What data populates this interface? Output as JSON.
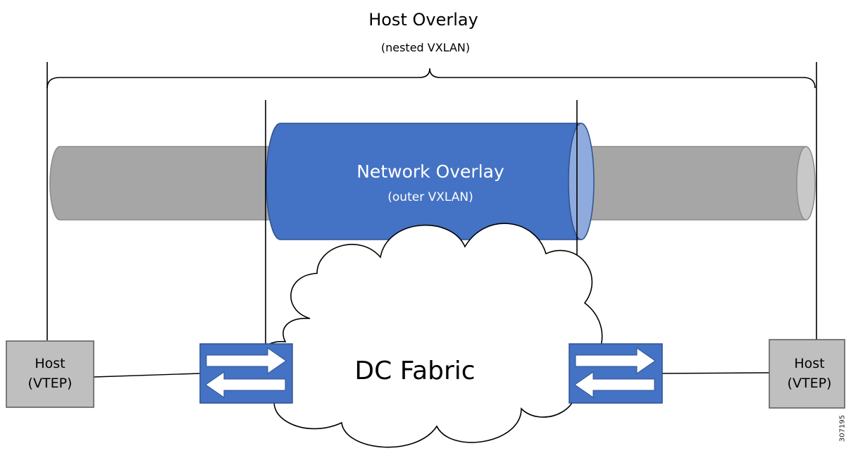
{
  "host_overlay": {
    "title": "Host Overlay",
    "subtitle": "(nested VXLAN)"
  },
  "network_overlay": {
    "title": "Network Overlay",
    "subtitle": "(outer VXLAN)"
  },
  "fabric": {
    "label": "DC Fabric"
  },
  "hosts": [
    {
      "line1": "Host",
      "line2": "(VTEP)"
    },
    {
      "line1": "Host",
      "line2": "(VTEP)"
    }
  ],
  "figure_id": "307195",
  "colors": {
    "host_tunnel": "#a6a6a6",
    "network_tunnel": "#4472c4",
    "host_box": "#bfbfbf",
    "switch": "#4472c4",
    "line": "#000000"
  }
}
